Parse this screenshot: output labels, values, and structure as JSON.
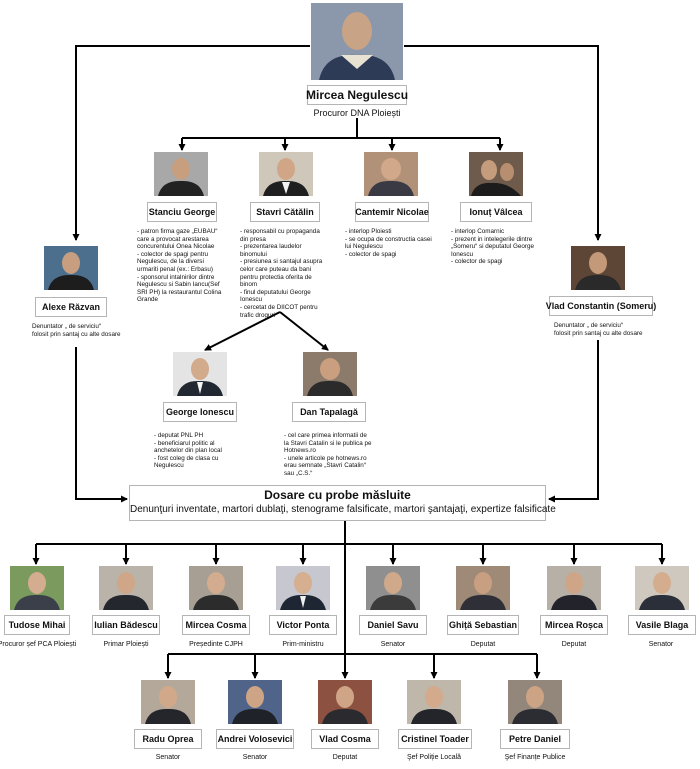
{
  "top": {
    "name": "Mircea Negulescu",
    "role": "Procuror DNA Ploiești"
  },
  "tier2": [
    {
      "name": "Stanciu George",
      "notes": [
        "- patron firma gaze „EUBAU“",
        "care a provocat arestarea",
        "concurentului Onea Nicolae",
        "- colector de spagi pentru",
        "Negulescu, de la diversi",
        "urmariti penal (ex.: Erbasu)",
        "- sponsorul intalnirilor dintre",
        "Negulescu si Sabin Iancu(Sef",
        "SRI PH) la restaurantul Colina",
        "Grande"
      ]
    },
    {
      "name": "Stavri Cătălin",
      "notes": [
        "- responsabil cu propaganda",
        "din presa",
        "- prezentarea laudelor",
        "binomului",
        "- presiunea si santajul asupra",
        "celor care puteau da bani",
        "pentru protectia oferita de",
        "binom",
        "- finul deputatului George",
        "Ionescu",
        "- cercetat de DIICOT pentru",
        "trafic droguri"
      ]
    },
    {
      "name": "Cantemir Nicolae",
      "notes": [
        "- interlop Ploiesti",
        "- se ocupa de constructia casei",
        "lui Negulescu",
        "- colector de spagi"
      ]
    },
    {
      "name": "Ionuț Vâlcea",
      "notes": [
        "- interlop Comarnic",
        "- prezent in intelegerile dintre",
        "„Someru“ si deputatul George",
        "Ionescu",
        "- colector de spagi"
      ]
    }
  ],
  "sides": [
    {
      "name": "Alexe Răzvan",
      "notes": [
        "Denuntator „ de serviciu“",
        "folosit prin santaj cu alte dosare"
      ]
    },
    {
      "name": "Vlad Constantin (Someru)",
      "notes": [
        "Denuntator „ de serviciu“",
        "folosit prin santaj cu alte dosare"
      ]
    }
  ],
  "tier3": [
    {
      "name": "George Ionescu",
      "notes": [
        "- deputat PNL PH",
        "- beneficiarul politic al",
        "anchetelor din plan local",
        "- fost coleg de clasa cu",
        "Negulescu"
      ]
    },
    {
      "name": "Dan Tapalagă",
      "notes": [
        "- cel care primea informatii de",
        "la Stavri Catalin si le publica pe",
        "Hotnews.ro",
        "- unele articole pe hotnews.ro",
        "erau semnate „Stavri Catalin“",
        "sau „C.S.“"
      ]
    }
  ],
  "center": {
    "title": "Dosare cu probe măsluite",
    "subtitle": "Denunţuri inventate, martori dublaţi, stenograme falsificate, martori şantajaţi, expertize falsificate"
  },
  "row1": [
    {
      "name": "Tudose Mihai",
      "role": "Procuror șef PCA Ploiești"
    },
    {
      "name": "Iulian Bădescu",
      "role": "Primar Ploiești"
    },
    {
      "name": "Mircea Cosma",
      "role": "Președinte CJPH"
    },
    {
      "name": "Victor Ponta",
      "role": "Prim-ministru"
    },
    {
      "name": "Daniel Savu",
      "role": "Senator"
    },
    {
      "name": "Ghiță Sebastian",
      "role": "Deputat"
    },
    {
      "name": "Mircea Roșca",
      "role": "Deputat"
    },
    {
      "name": "Vasile Blaga",
      "role": "Senator"
    }
  ],
  "row2": [
    {
      "name": "Radu Oprea",
      "role": "Senator"
    },
    {
      "name": "Andrei Volosevici",
      "role": "Senator"
    },
    {
      "name": "Vlad Cosma",
      "role": "Deputat"
    },
    {
      "name": "Cristinel Toader",
      "role": "Şef Poliție Locală"
    },
    {
      "name": "Petre Daniel",
      "role": "Şef Finanțe Publice"
    }
  ]
}
